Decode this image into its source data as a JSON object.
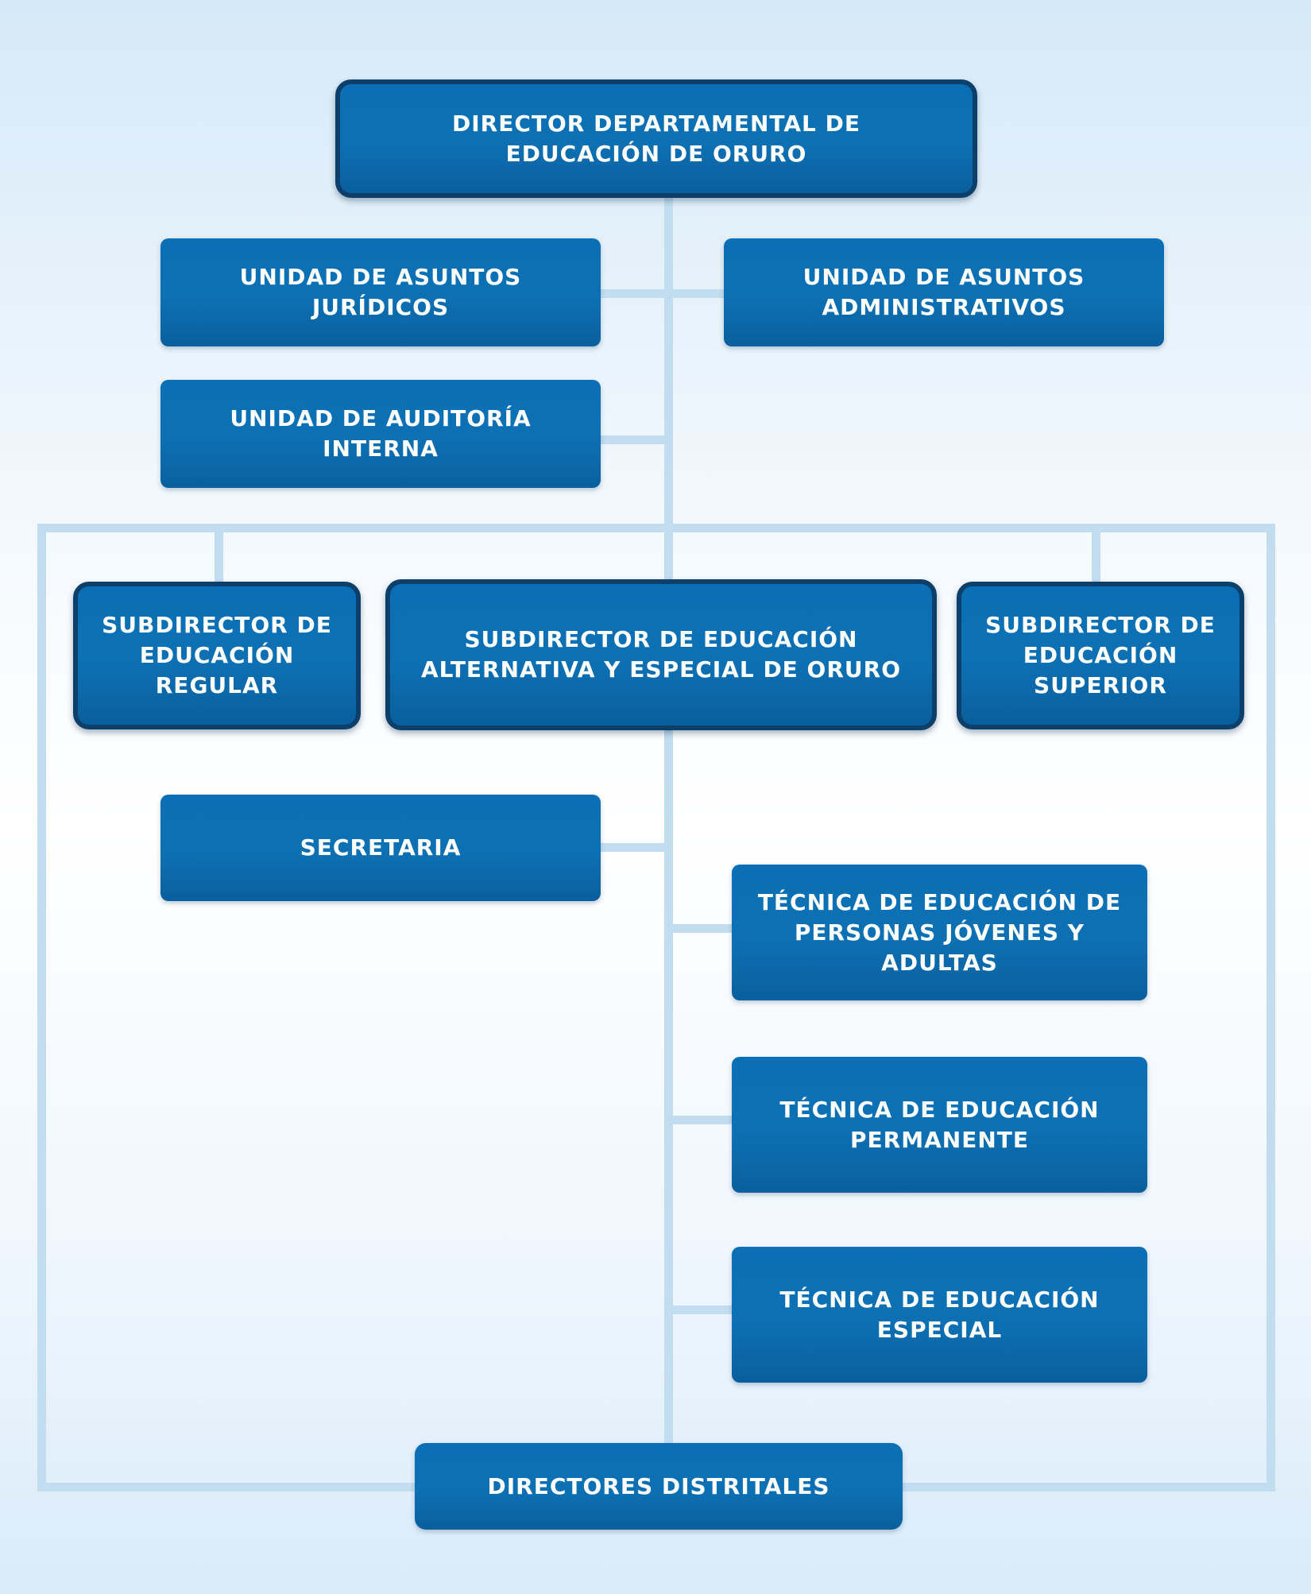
{
  "nodes": {
    "director": "DIRECTOR DEPARTAMENTAL DE\nEDUCACIÓN DE ORURO",
    "juridicos": "UNIDAD DE ASUNTOS\nJURÍDICOS",
    "administrativos": "UNIDAD DE ASUNTOS\nADMINISTRATIVOS",
    "auditoria": "UNIDAD DE AUDITORÍA\nINTERNA",
    "sub_regular": "SUBDIRECTOR DE\nEDUCACIÓN\nREGULAR",
    "sub_alternativa": "SUBDIRECTOR DE EDUCACIÓN\nALTERNATIVA Y ESPECIAL DE ORURO",
    "sub_superior": "SUBDIRECTOR DE\nEDUCACIÓN\nSUPERIOR",
    "secretaria": "SECRETARIA",
    "tec_jovenes": "TÉCNICA DE EDUCACIÓN DE\nPERSONAS JÓVENES Y\nADULTAS",
    "tec_permanente": "TÉCNICA DE EDUCACIÓN\nPERMANENTE",
    "tec_especial": "TÉCNICA DE EDUCACIÓN\nESPECIAL",
    "distritales": "DIRECTORES DISTRITALES"
  },
  "colors": {
    "box": "#0d70b3",
    "box_border": "#0c3f6a",
    "connector": "#c2ddef",
    "text": "#ffffff"
  }
}
